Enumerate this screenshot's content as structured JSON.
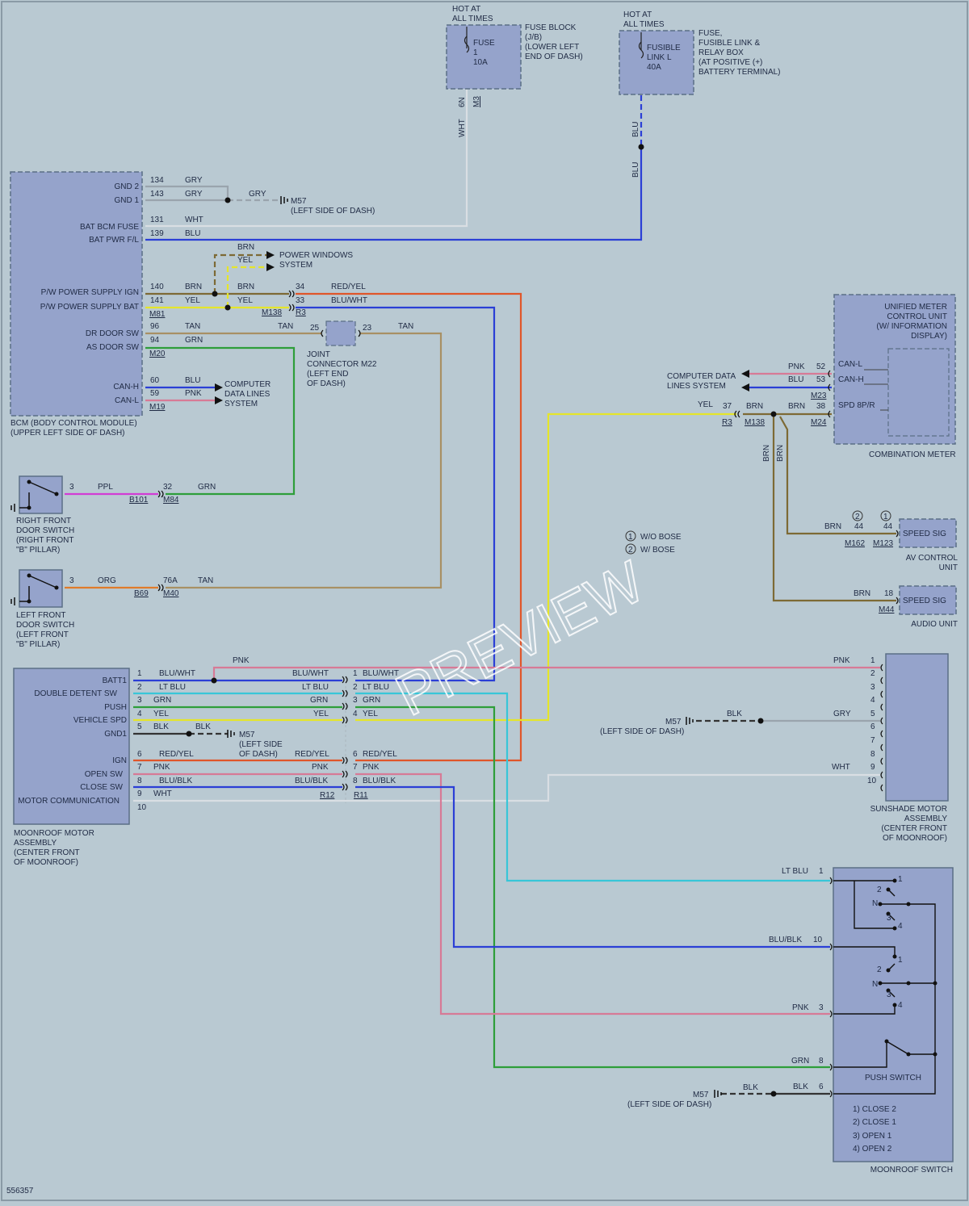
{
  "colors": {
    "background": "#b9c9d2",
    "component": "#95a3cb",
    "wire_GRY": "#9aa4ad",
    "wire_WHT": "#d9dee3",
    "wire_BLU": "#2b3fd6",
    "wire_BRN": "#7d6a35",
    "wire_YEL": "#e5e52a",
    "wire_RED_YEL": "#e0562a",
    "wire_TAN": "#a89064",
    "wire_GRN": "#2e9e3a",
    "wire_PNK": "#d77a96",
    "wire_PPL": "#d23cd4",
    "wire_ORG": "#e07b2a",
    "wire_LT_BLU": "#38c6d8",
    "wire_BLK": "#333333"
  },
  "fuse_block": {
    "hot": "HOT AT\nALL TIMES",
    "fuse": "FUSE",
    "num": "1",
    "amp": "10A",
    "desc": "FUSE BLOCK\n(J/B)\n(LOWER LEFT\nEND OF DASH)",
    "pin": "6N",
    "conn": "M3",
    "wire": "WHT"
  },
  "fusible_link": {
    "hot": "HOT AT\nALL TIMES",
    "l1": "FUSIBLE",
    "l2": "LINK L",
    "l3": "40A",
    "desc": "FUSE,\nFUSIBLE LINK &\nRELAY BOX\n(AT POSITIVE (+)\nBATTERY TERMINAL)",
    "wire1": "BLU",
    "wire2": "BLU"
  },
  "bcm": {
    "label": "BCM (BODY CONTROL MODULE)\n(UPPER LEFT SIDE OF DASH)",
    "pins": {
      "gnd2": "GND 2",
      "gnd1": "GND 1",
      "bat_bcm": "BAT BCM FUSE",
      "bat_pwr": "BAT PWR F/L",
      "pw_ign": "P/W POWER SUPPLY IGN",
      "pw_bat": "P/W POWER SUPPLY BAT",
      "dr_sw": "DR DOOR SW",
      "as_sw": "AS DOOR SW",
      "canh": "CAN-H",
      "canl": "CAN-L"
    },
    "nums": [
      "134",
      "143",
      "131",
      "139",
      "140",
      "141",
      "96",
      "94",
      "60",
      "59"
    ],
    "wires": [
      "GRY",
      "GRY",
      "WHT",
      "BLU",
      "BRN",
      "YEL",
      "TAN",
      "GRN",
      "BLU",
      "PNK"
    ],
    "conns": [
      "M81",
      "M20",
      "M19"
    ]
  },
  "m57": {
    "top": "M57",
    "top_loc": "(LEFT SIDE OF DASH)",
    "gry": "GRY",
    "mid": "M57",
    "mid_loc": "(LEFT SIDE OF DASH)",
    "mid_wire": "BLK",
    "bot": "M57",
    "bot_loc": "(LEFT SIDE OF DASH)",
    "bot_wire": "BLK"
  },
  "power_windows": {
    "w1": "BRN",
    "w2": "YEL",
    "label": "POWER WINDOWS\nSYSTEM",
    "brn": "BRN",
    "yel": "YEL",
    "p34": "34",
    "p33": "33",
    "redyel": "RED/YEL",
    "bluwht": "BLU/WHT",
    "c1": "M138",
    "c2": "R3"
  },
  "joint": {
    "tan": "TAN",
    "p25": "25",
    "p23": "23",
    "tan2": "TAN",
    "label": "JOINT\nCONNECTOR M22\n(LEFT END\nOF DASH)"
  },
  "cdl": {
    "label": "COMPUTER\nDATA LINES\nSYSTEM"
  },
  "rf_door": {
    "label": "RIGHT FRONT\nDOOR SWITCH\n(RIGHT FRONT\n\"B\" PILLAR)",
    "pin": "3",
    "w1": "PPL",
    "c1": "B101",
    "p2": "32",
    "c2": "M84",
    "w2": "GRN"
  },
  "lf_door": {
    "label": "LEFT FRONT\nDOOR SWITCH\n(LEFT FRONT\n\"B\" PILLAR)",
    "pin": "3",
    "w1": "ORG",
    "c1": "B69",
    "p2": "76A",
    "c2": "M40",
    "w2": "TAN"
  },
  "meter": {
    "inner": "UNIFIED METER\nCONTROL UNIT\n(W/ INFORMATION\nDISPLAY)",
    "canl": "CAN-L",
    "canh": "CAN-H",
    "spd": "SPD 8P/R",
    "label": "COMBINATION METER",
    "pnk": "PNK",
    "p52": "52",
    "blu": "BLU",
    "p53": "53",
    "c23": "M23",
    "cdl": "COMPUTER DATA\nLINES SYSTEM",
    "yel": "YEL",
    "p37": "37",
    "brn1": "BRN",
    "brn2": "BRN",
    "p38": "38",
    "c_r3": "R3",
    "c_m138": "M138",
    "c_m24": "M24",
    "vbrn1": "BRN",
    "vbrn2": "BRN"
  },
  "legend": {
    "i1": "1",
    "t1": "W/O BOSE",
    "i2": "2",
    "t2": "W/ BOSE"
  },
  "av": {
    "brn": "BRN",
    "m2": "2",
    "p2": "44",
    "m1": "1",
    "p1": "44",
    "c1": "M162",
    "c2": "M123",
    "sig": "SPEED SIG",
    "label": "AV CONTROL\nUNIT"
  },
  "audio": {
    "brn": "BRN",
    "p": "18",
    "c": "M44",
    "sig": "SPEED SIG",
    "label": "AUDIO UNIT"
  },
  "moonroof_motor": {
    "label": "MOONROOF MOTOR\nASSEMBLY\n(CENTER FRONT\nOF MOONROOF)",
    "pins": [
      "BATT1",
      "DOUBLE DETENT SW",
      "PUSH",
      "VEHICLE SPD",
      "GND1",
      "IGN",
      "OPEN SW",
      "CLOSE SW",
      "MOTOR COMMUNICATION"
    ],
    "nums": [
      "1",
      "2",
      "3",
      "4",
      "5",
      "6",
      "7",
      "8",
      "9",
      "10"
    ],
    "lwires": [
      "BLU/WHT",
      "LT BLU",
      "GRN",
      "YEL",
      "BLK",
      "RED/YEL",
      "PNK",
      "BLU/BLK",
      "WHT"
    ],
    "mwires": [
      "BLU/WHT",
      "LT BLU",
      "GRN",
      "YEL",
      "RED/YEL",
      "PNK",
      "BLU/BLK"
    ],
    "rnums": [
      "1",
      "2",
      "3",
      "4",
      "6",
      "7",
      "8"
    ],
    "rwires": [
      "BLU/WHT",
      "LT BLU",
      "GRN",
      "YEL",
      "RED/YEL",
      "PNK",
      "BLU/BLK"
    ],
    "blk": "BLK",
    "pnk": "PNK",
    "c12": "R12",
    "c11": "R11",
    "m57": "M57",
    "m57loc": "(LEFT SIDE\nOF DASH)"
  },
  "sunshade": {
    "label": "SUNSHADE MOTOR\nASSEMBLY\n(CENTER FRONT\nOF MOONROOF)",
    "nums": [
      "1",
      "2",
      "3",
      "4",
      "5",
      "6",
      "7",
      "8",
      "9",
      "10"
    ],
    "pnk": "PNK",
    "gry": "GRY",
    "wht": "WHT"
  },
  "moonroof_switch": {
    "label": "MOONROOF SWITCH",
    "ltblu": "LT BLU",
    "p1": "1",
    "blublk": "BLU/BLK",
    "p10": "10",
    "pnk": "PNK",
    "p3": "3",
    "grn": "GRN",
    "p8": "8",
    "blk": "BLK",
    "p6": "6",
    "push": "PUSH SWITCH",
    "s_a1": "1",
    "s_a2": "2",
    "s_an": "N",
    "s_a3": "3",
    "s_a4": "4",
    "s_b1": "1",
    "s_b2": "2",
    "s_bn": "N",
    "s_b3": "3",
    "s_b4": "4",
    "legend": [
      "1)  CLOSE 2",
      "2)  CLOSE 1",
      "3)  OPEN 1",
      "4)  OPEN 2"
    ]
  },
  "diagram_id": "556357",
  "watermark": "PREVIEW"
}
